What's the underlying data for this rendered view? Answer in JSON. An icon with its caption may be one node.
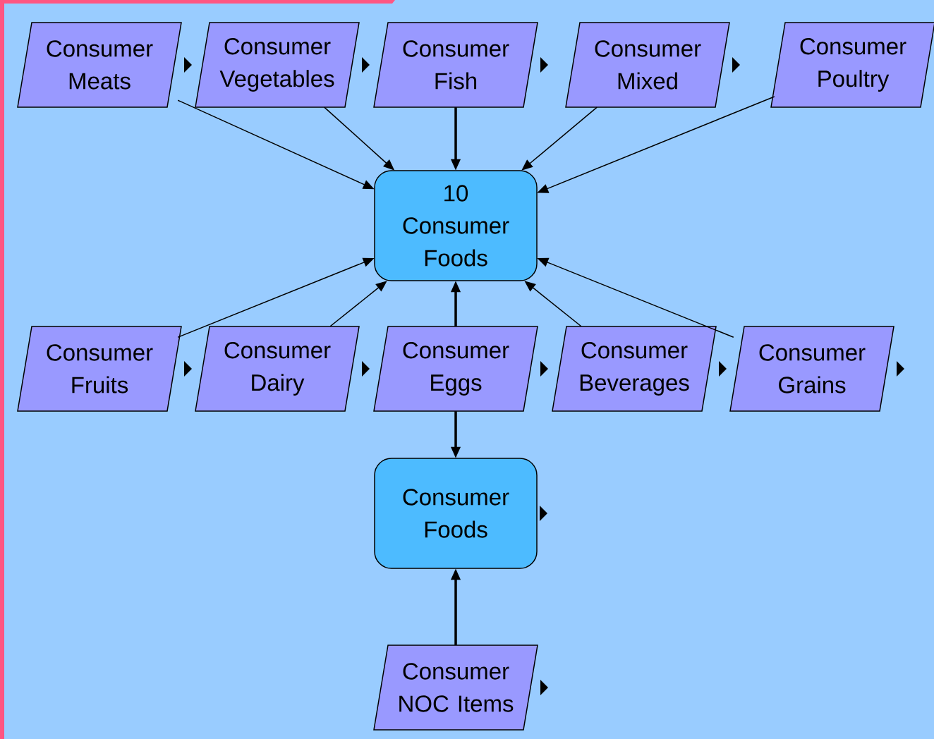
{
  "diagram": {
    "nodes": [
      {
        "text": [
          "Consumer Meats"
        ]
      },
      {
        "text": [
          "Consumer Vegetables"
        ]
      },
      {
        "text": [
          "Consumer Fish"
        ]
      },
      {
        "text": [
          "Consumer Mixed"
        ]
      },
      {
        "text": [
          "Consumer Poultry"
        ]
      },
      {
        "text": [
          "10",
          "Consumer Foods"
        ]
      },
      {
        "text": [
          "Consumer Fruits"
        ]
      },
      {
        "text": [
          "Consumer Dairy"
        ]
      },
      {
        "text": [
          "Consumer Eggs"
        ]
      },
      {
        "text": [
          "Consumer Beverages"
        ]
      },
      {
        "text": [
          "Consumer Grains"
        ]
      },
      {
        "text": [
          "Consumer Foods"
        ]
      },
      {
        "text": [
          "Consumer NOC Items"
        ]
      }
    ],
    "edges": [
      {
        "from": 0,
        "to": 5,
        "arrow": "to"
      },
      {
        "from": 1,
        "to": 5,
        "arrow": "to"
      },
      {
        "from": 2,
        "to": 5,
        "arrow": "to",
        "style": "thick"
      },
      {
        "from": 3,
        "to": 5,
        "arrow": "to"
      },
      {
        "from": 4,
        "to": 5,
        "arrow": "to"
      },
      {
        "from": 6,
        "to": 5,
        "arrow": "to"
      },
      {
        "from": 7,
        "to": 5,
        "arrow": "to"
      },
      {
        "from": 8,
        "to": 5,
        "arrow": "to",
        "style": "thick"
      },
      {
        "from": 9,
        "to": 5,
        "arrow": "to"
      },
      {
        "from": 10,
        "to": 5,
        "arrow": "to"
      },
      {
        "from": 8,
        "to": 11,
        "arrow": "to",
        "style": "thick"
      },
      {
        "from": 12,
        "to": 11,
        "arrow": "to",
        "style": "thick"
      }
    ]
  }
}
